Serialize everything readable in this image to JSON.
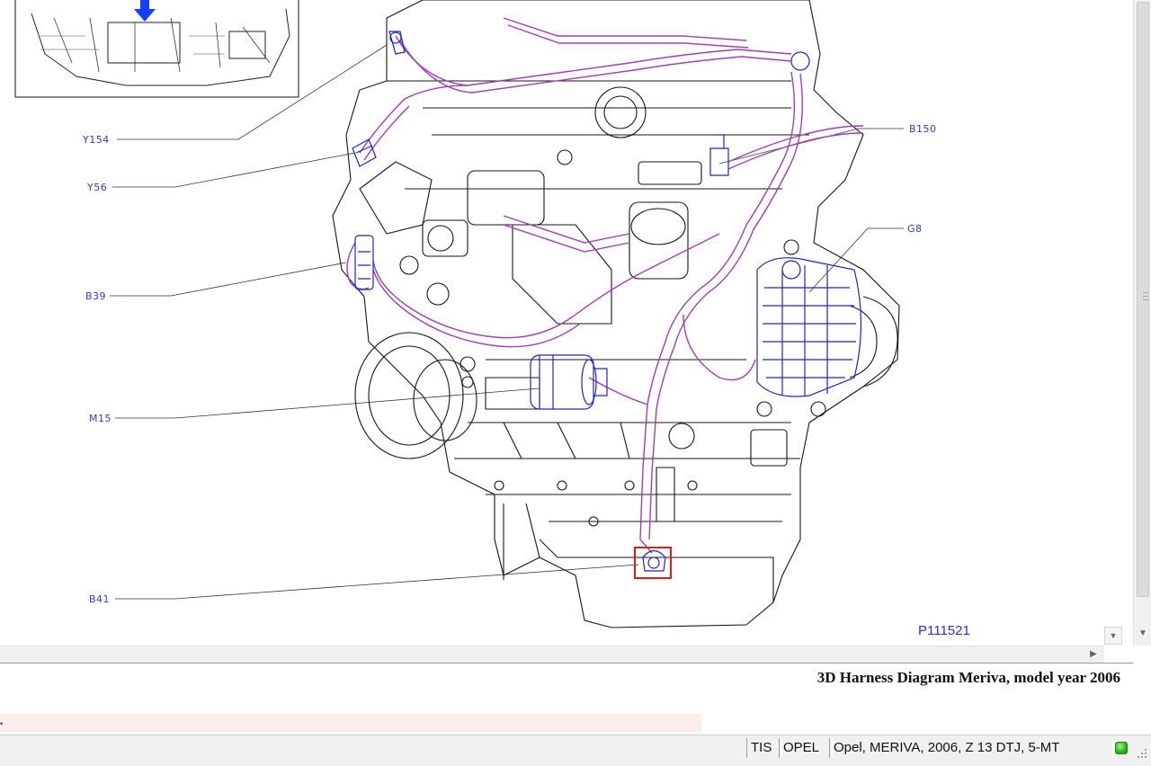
{
  "diagram": {
    "callouts": [
      {
        "id": "Y154",
        "label": "Y154"
      },
      {
        "id": "Y56",
        "label": "Y56"
      },
      {
        "id": "B39",
        "label": "B39"
      },
      {
        "id": "M15",
        "label": "M15"
      },
      {
        "id": "B41",
        "label": "B41"
      },
      {
        "id": "B150",
        "label": "B150"
      },
      {
        "id": "G8",
        "label": "G8"
      }
    ],
    "figure_id": "P111521",
    "highlight": {
      "component": "B41",
      "color": "#e01c1c"
    },
    "colors": {
      "harness": "#a23db6",
      "component": "#1f22d6",
      "line": "#1a1a1a",
      "callout_text": "#2a3fb8"
    }
  },
  "caption": {
    "title": "3D Harness Diagram Meriva, model year 2006"
  },
  "status_bar": {
    "app": "TIS",
    "brand": "OPEL",
    "vehicle": "Opel, MERIVA, 2006, Z 13 DTJ, 5-MT",
    "status_color": "#1ea51a"
  },
  "icons": {
    "scroll_down": "arrow-down-icon",
    "scroll_right": "arrow-right-icon",
    "status": "status-led-icon",
    "resize": "resize-grip-icon"
  }
}
